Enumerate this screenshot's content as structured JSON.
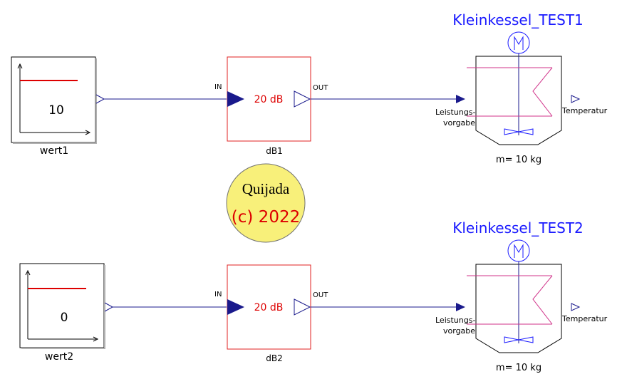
{
  "rows": [
    {
      "source": {
        "value": "10",
        "name": "wert1"
      },
      "attenuator": {
        "value": "20 dB",
        "in_label": "IN",
        "out_label": "OUT",
        "name": "dB1"
      },
      "kettle": {
        "title": "Kleinkessel_TEST1",
        "input_label_line1": "Leistungs-",
        "input_label_line2": "vorgabe",
        "output_label": "Temperatur",
        "mass_label": "m= 10 kg"
      }
    },
    {
      "source": {
        "value": "0",
        "name": "wert2"
      },
      "attenuator": {
        "value": "20 dB",
        "in_label": "IN",
        "out_label": "OUT",
        "name": "dB2"
      },
      "kettle": {
        "title": "Kleinkessel_TEST2",
        "input_label_line1": "Leistungs-",
        "input_label_line2": "vorgabe",
        "output_label": "Temperatur",
        "mass_label": "m= 10 kg"
      }
    }
  ],
  "stamp": {
    "line1": "Quijada",
    "line2": "(c) 2022"
  },
  "colors": {
    "wire": "#1a1a8c",
    "block_border": "#e02020",
    "signal_red": "#dd0000",
    "title_blue": "#1a1aff",
    "kettle_pink": "#d0338a",
    "stamp_fill": "#f8f07a"
  }
}
